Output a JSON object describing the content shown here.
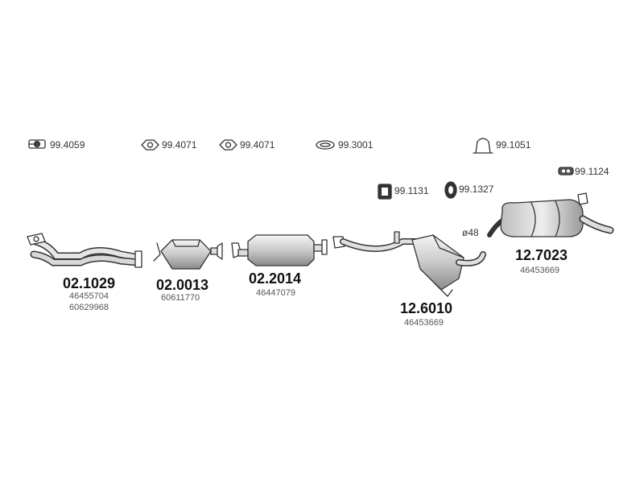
{
  "accessories": [
    {
      "id": "clamp-gasket",
      "code": "99.4059"
    },
    {
      "id": "ring-gasket-1",
      "code": "99.4071"
    },
    {
      "id": "ring-gasket-2",
      "code": "99.4071"
    },
    {
      "id": "flat-ring",
      "code": "99.3001"
    },
    {
      "id": "u-clamp",
      "code": "99.1051"
    },
    {
      "id": "rubber-mount",
      "code": "99.1124"
    },
    {
      "id": "hanger-bracket",
      "code": "99.1131"
    },
    {
      "id": "rubber-ring",
      "code": "99.1327"
    }
  ],
  "parts": [
    {
      "id": "front-pipe",
      "code": "02.1029",
      "oem": [
        "46455704",
        "60629968"
      ]
    },
    {
      "id": "catalytic-converter",
      "code": "02.0013",
      "oem": [
        "60611770"
      ]
    },
    {
      "id": "front-silencer",
      "code": "02.2014",
      "oem": [
        "46447079"
      ]
    },
    {
      "id": "middle-silencer",
      "code": "12.6010",
      "oem": [
        "46453669"
      ]
    },
    {
      "id": "rear-silencer",
      "code": "12.7023",
      "oem": [
        "46453669"
      ]
    }
  ],
  "pipe_diameter": "ø48"
}
